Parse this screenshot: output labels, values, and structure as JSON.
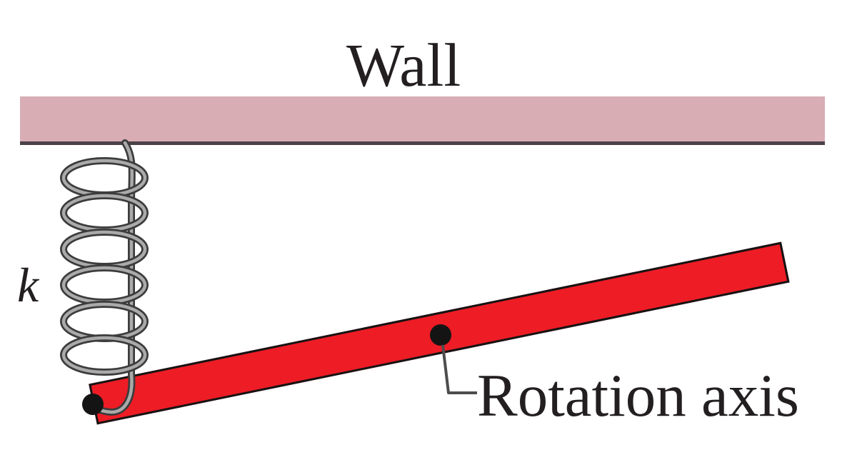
{
  "diagram": {
    "title": "Wall",
    "spring_constant_label": "k",
    "rotation_axis_label": "Rotation axis"
  },
  "colors": {
    "background": "#ffffff",
    "wall_fill": "#d9adb4",
    "wall_edge": "#4a4248",
    "rod_fill": "#ee1c25",
    "rod_edge": "#141414",
    "spring_outer": "#3c3c3c",
    "spring_inner": "#aaaaaa",
    "dot": "#141414",
    "leader": "#4d4d4d",
    "text": "#231f20"
  }
}
